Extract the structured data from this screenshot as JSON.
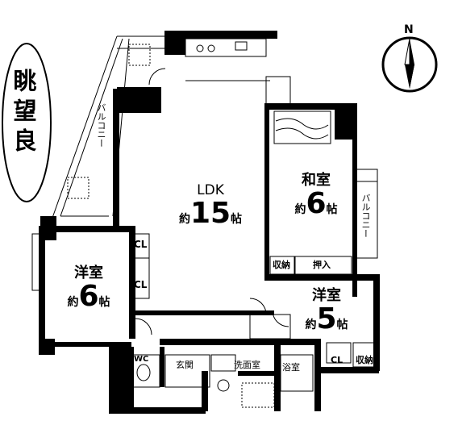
{
  "badge": {
    "text": "眺望良"
  },
  "compass": {
    "north": "N"
  },
  "rooms": {
    "ldk": {
      "name": "LDK",
      "prefix": "約",
      "size": "15",
      "unit": "帖"
    },
    "washitsu": {
      "name": "和室",
      "prefix": "約",
      "size": "6",
      "unit": "帖"
    },
    "yoshitsu_left": {
      "name": "洋室",
      "prefix": "約",
      "size": "6",
      "unit": "帖"
    },
    "yoshitsu_right": {
      "name": "洋室",
      "prefix": "約",
      "size": "5",
      "unit": "帖"
    }
  },
  "labels": {
    "balcony_left": "バルコニー",
    "balcony_right": "バルコニー",
    "cl_top": "CL",
    "cl_mid": "CL",
    "cl_right": "CL",
    "shuno_mid": "収納",
    "oshiire": "押入",
    "shuno_right": "収納",
    "wc": "WC",
    "genkan": "玄関",
    "senmenjo": "洗面室",
    "yokushitsu": "浴室"
  }
}
